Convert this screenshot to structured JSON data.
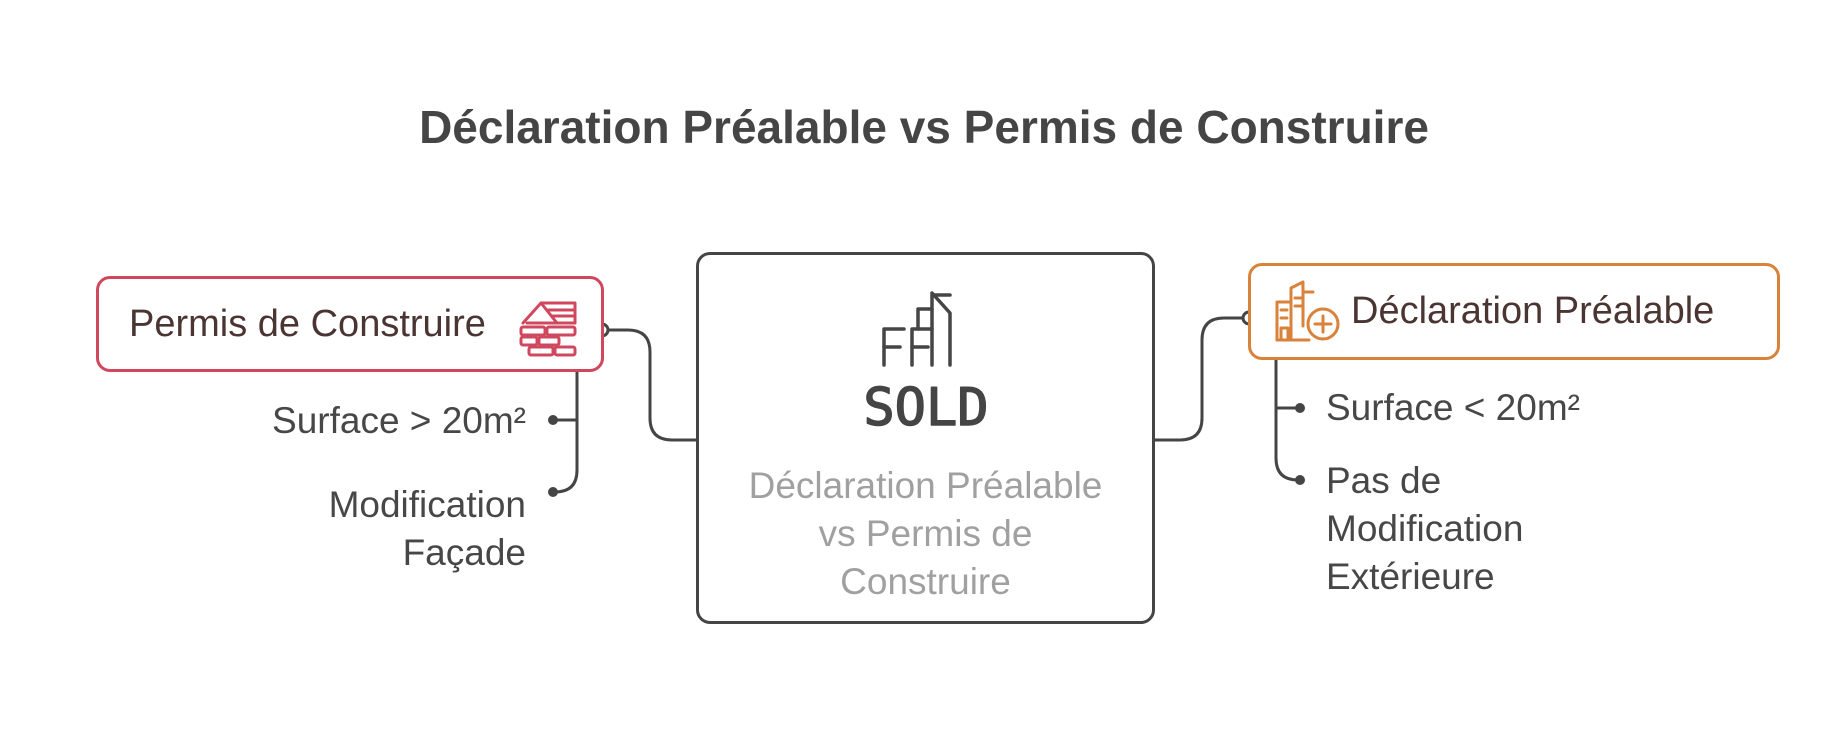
{
  "title": "Déclaration Préalable vs Permis de Construire",
  "colors": {
    "left_accent": "#d0485e",
    "right_accent": "#d9823a",
    "center_border": "#454545",
    "connector": "#454545"
  },
  "left_branch": {
    "label": "Permis de Construire",
    "icon": "house-brick-icon",
    "items": [
      {
        "lines": [
          "Surface > 20m²"
        ]
      },
      {
        "lines": [
          "Modification",
          "Façade"
        ]
      }
    ]
  },
  "center": {
    "icon": "sold-building-icon",
    "icon_text": "SOLD",
    "text_lines": [
      "Déclaration Préalable",
      "vs Permis de",
      "Construire"
    ]
  },
  "right_branch": {
    "label": "Déclaration Préalable",
    "icon": "building-plus-icon",
    "items": [
      {
        "lines": [
          "Surface < 20m²"
        ]
      },
      {
        "lines": [
          "Pas de",
          "Modification",
          "Extérieure"
        ]
      }
    ]
  }
}
